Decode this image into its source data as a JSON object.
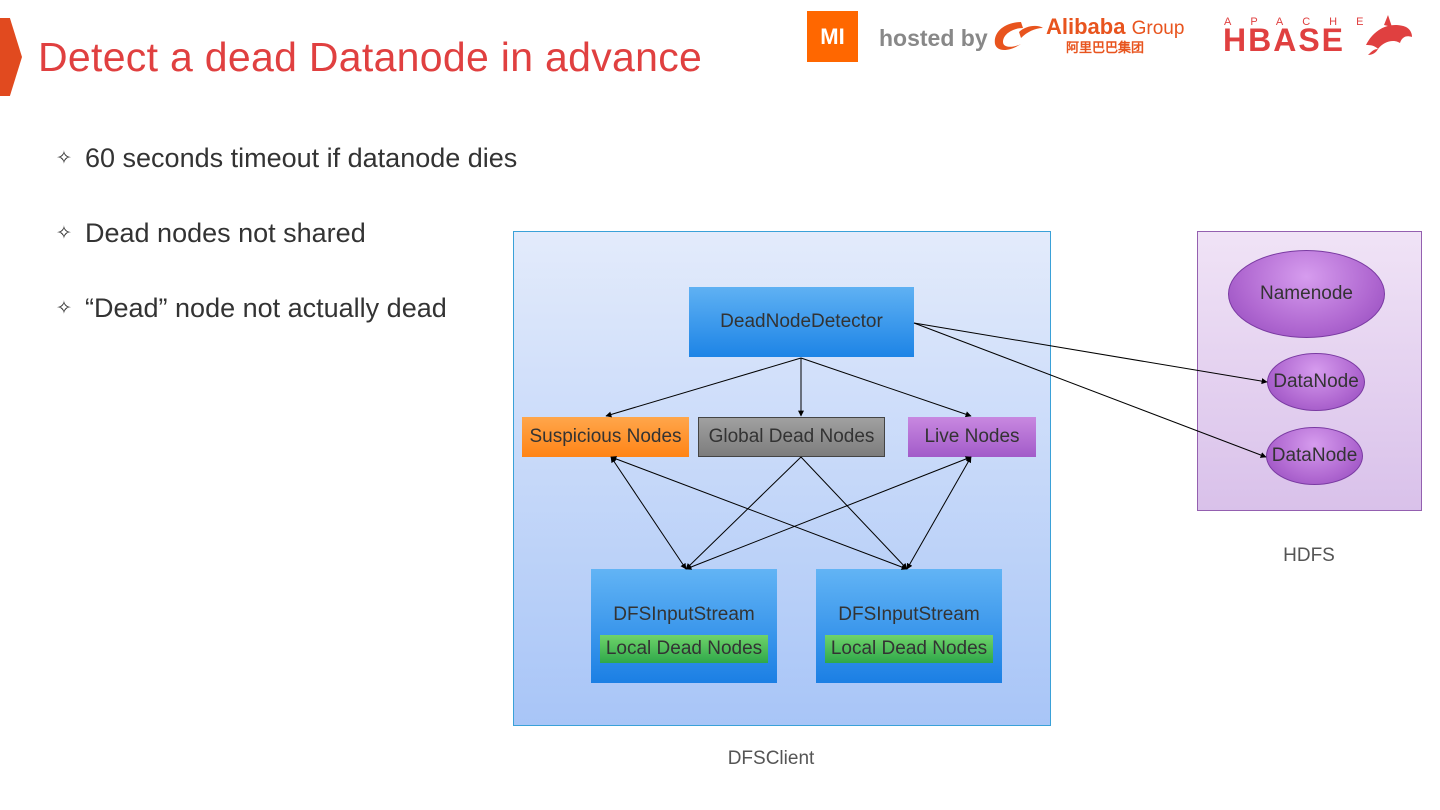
{
  "slide": {
    "title": "Detect a dead Datanode in advance"
  },
  "logos": {
    "mi": "MI",
    "hosted_by": "hosted by",
    "alibaba": "Alibaba",
    "alibaba_group": "Group",
    "alibaba_cn": "阿里巴巴集团",
    "apache": "APACHE",
    "hbase": "HBASE"
  },
  "bullets": [
    "60 seconds timeout if datanode dies",
    "Dead nodes not shared",
    "“Dead” node not actually dead"
  ],
  "bullet_icon": "✧",
  "diagram": {
    "client_group_label": "DFSClient",
    "hdfs_group_label": "HDFS",
    "detector": "DeadNodeDetector",
    "suspicious": "Suspicious Nodes",
    "global_dead": "Global Dead Nodes",
    "live": "Live Nodes",
    "streams": [
      {
        "title": "DFSInputStream",
        "local": "Local Dead Nodes"
      },
      {
        "title": "DFSInputStream",
        "local": "Local Dead Nodes"
      }
    ],
    "namenode": "Namenode",
    "datanodes": [
      "DataNode",
      "DataNode"
    ]
  },
  "colors": {
    "title": "#e04040",
    "accent": "#e14a1f",
    "mi_orange": "#ff6700",
    "alibaba_orange": "#e8541e"
  }
}
